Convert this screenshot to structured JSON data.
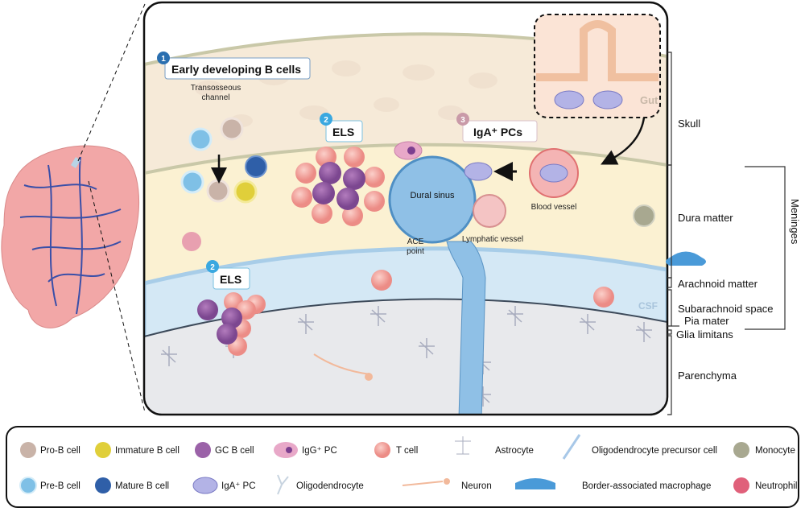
{
  "diagram": {
    "callouts": {
      "early_b": {
        "number": "1",
        "label": "Early developing B cells"
      },
      "els_dura": {
        "number": "2",
        "label": "ELS"
      },
      "els_sas": {
        "number": "2",
        "label": "ELS"
      },
      "iga": {
        "number": "3",
        "label": "IgA⁺ PCs"
      }
    },
    "annotations": {
      "transosseous_1": "Transosseous",
      "transosseous_2": "channel",
      "gut": "Gut",
      "dural_sinus": "Dural sinus",
      "ace_1": "ACE",
      "ace_2": "point",
      "blood_vessel": "Blood vessel",
      "lymphatic_vessel": "Lymphatic vessel",
      "csf": "CSF"
    },
    "layers": {
      "skull": "Skull",
      "dura": "Dura matter",
      "arachnoid": "Arachnoid matter",
      "subarachnoid": "Subarachnoid space",
      "pia": "Pia mater",
      "glia": "Glia limitans",
      "parenchyma": "Parenchyma",
      "meninges": "Meninges"
    }
  },
  "legend": {
    "pro_b": "Pro-B cell",
    "immature_b": "Immature B cell",
    "gc_b": "GC B cell",
    "igg_pc": "IgG⁺ PC",
    "t_cell": "T cell",
    "astrocyte": "Astrocyte",
    "opc": "Oligodendrocyte precursor cell",
    "monocyte": "Monocyte",
    "pre_b": "Pre-B cell",
    "mature_b": "Mature B cell",
    "iga_pc": "IgA⁺ PC",
    "oligodendrocyte": "Oligodendrocyte",
    "neuron": "Neuron",
    "bam": "Border-associated macrophage",
    "neutrophil": "Neutrophil"
  },
  "colors": {
    "pro_b": "#c9b3a8",
    "pre_b": "#7fc0e6",
    "immature_b": "#e0cf3a",
    "mature_b": "#2f5fa8",
    "gc_b": "#9b62a8",
    "t_cell": "#f09a93",
    "callout_1": "#2a6fb0",
    "callout_2": "#3aa8e0",
    "callout_3": "#c99aa8",
    "skull": "#f6ead8",
    "dura": "#fbf1d2",
    "subarachnoid": "#d4e8f5",
    "parenchyma": "#e8e9ec",
    "sinus": "#8fc0e6"
  }
}
